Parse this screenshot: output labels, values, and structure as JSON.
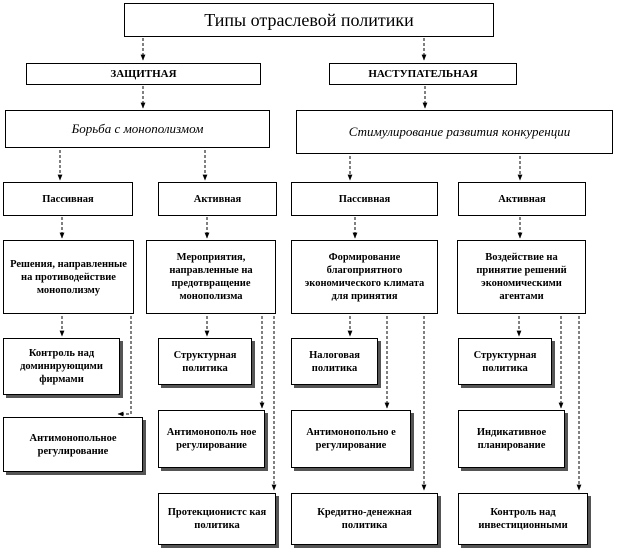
{
  "title": "Типы отраслевой политики",
  "branches": {
    "defensive": "ЗАЩИТНАЯ",
    "offensive": "НАСТУПАТЕЛЬНАЯ"
  },
  "directions": {
    "antimonopoly": "Борьба с монополизмом",
    "competition": "Стимулирование развития конкуренции"
  },
  "types": {
    "passive_left": "Пассивная",
    "active_left": "Активная",
    "passive_right": "Пассивная",
    "active_right": "Активная"
  },
  "descriptions": {
    "col1": "Решения, направленные на противодействие монополизму",
    "col2": "Мероприятия, направленные на предотвращение монополизма",
    "col3": "Формирование благоприятного экономического климата для принятия",
    "col4": "Воздействие на принятие решений экономическими агентами"
  },
  "measures": {
    "col1_a": "Контроль над доминирующими фирмами",
    "col1_b": "Антимонопольное регулирование",
    "col2_a": "Структурная политика",
    "col2_b": "Антимонополь ное регулирование",
    "col2_c": "Протекционистс кая политика",
    "col3_a": "Налоговая политика",
    "col3_b": "Антимонопольно е регулирование",
    "col3_c": "Кредитно-денежная политика",
    "col4_a": "Структурная политика",
    "col4_b": "Индикативное планирование",
    "col4_c": "Контроль над инвестиционными"
  }
}
